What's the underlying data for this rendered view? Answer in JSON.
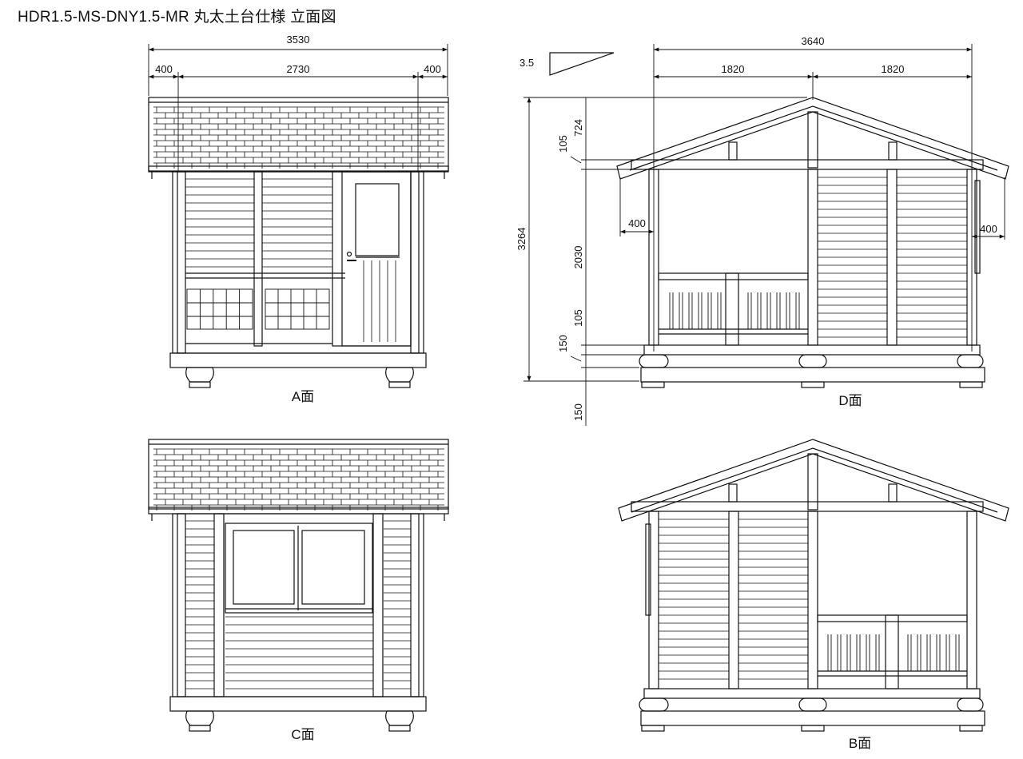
{
  "title": "HDR1.5-MS-DNY1.5-MR  丸太土台仕様  立面図",
  "views": {
    "a": "A面",
    "b": "B面",
    "c": "C面",
    "d": "D面"
  },
  "dimensions": {
    "a_total": "3530",
    "a_left_eave": "400",
    "a_body": "2730",
    "a_right_eave": "400",
    "pitch": "3.5",
    "d_total": "3640",
    "d_left_half": "1820",
    "d_right_half": "1820",
    "d_height_total": "3264",
    "d_gable": "724",
    "d_beam": "105",
    "d_wall": "2030",
    "d_sill": "105",
    "d_log": "150",
    "d_foot": "150",
    "d_left_eave": "400",
    "d_right_eave": "400"
  }
}
